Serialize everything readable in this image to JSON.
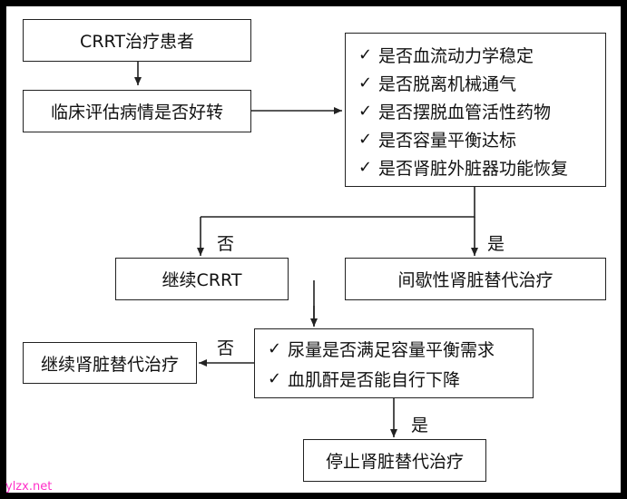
{
  "nodes": {
    "start": "CRRT治疗患者",
    "assess": "临床评估病情是否好转",
    "continue_crrt": "继续CRRT",
    "intermittent": "间歇性肾脏替代治疗",
    "continue_rrt": "继续肾脏替代治疗",
    "stop": "停止肾脏替代治疗"
  },
  "criteria": {
    "items": [
      "是否血流动力学稳定",
      "是否脱离机械通气",
      "是否摆脱血管活性药物",
      "是否容量平衡达标",
      "是否肾脏外脏器功能恢复"
    ]
  },
  "criteria2": {
    "items": [
      "尿量是否满足容量平衡需求",
      "血肌酐是否能自行下降"
    ]
  },
  "labels": {
    "no": "否",
    "yes": "是"
  },
  "check_icon": "✓",
  "watermark": "ylzx.net"
}
